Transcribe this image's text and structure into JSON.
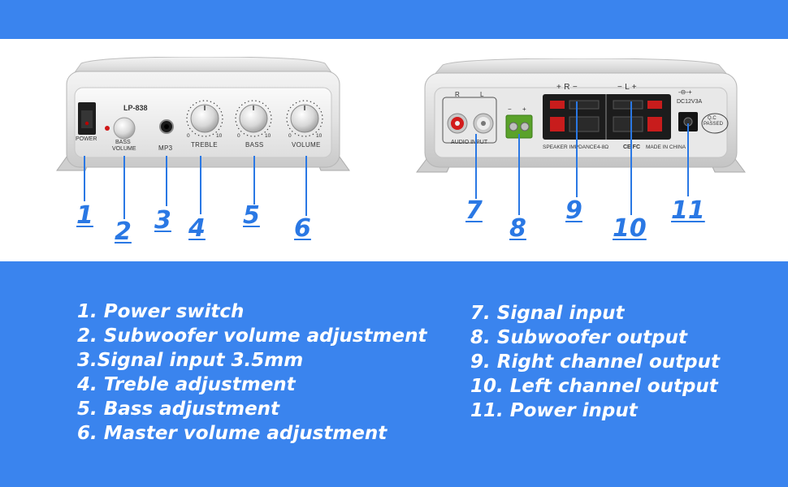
{
  "front_panel": {
    "model": "LP-838",
    "power_label": "POWER",
    "bass_volume_label_1": "BASS",
    "bass_volume_label_2": "VOLUME",
    "mp3_label": "MP3",
    "knobs": [
      {
        "label": "TREBLE",
        "min": "0",
        "max": "10"
      },
      {
        "label": "BASS",
        "min": "0",
        "max": "10"
      },
      {
        "label": "VOLUME",
        "min": "0",
        "max": "10"
      }
    ]
  },
  "rear_panel": {
    "audio_r": "R",
    "audio_l": "L",
    "audio_input_label": "AUDIO INPUT",
    "sub_minus": "−",
    "sub_plus": "+",
    "right_channel_mark": "+ R −",
    "left_channel_mark": "− L +",
    "speaker_impedance": "SPEAKER IMPDANCE4-8Ω",
    "ce_fc": "CE FC",
    "made_in": "MADE IN CHINA",
    "dc_symbol": "-⊖-+",
    "dc_label": "DC12V3A",
    "qc_1": "Q.C",
    "qc_2": "PASSED"
  },
  "callouts": [
    "1",
    "2",
    "3",
    "4",
    "5",
    "6",
    "7",
    "8",
    "9",
    "10",
    "11"
  ],
  "legend_left": [
    "1. Power switch",
    "2. Subwoofer volume adjustment",
    "3.Signal input 3.5mm",
    "4. Treble adjustment",
    "5. Bass adjustment",
    "6. Master volume adjustment"
  ],
  "legend_right": [
    "7. Signal input",
    "8. Subwoofer output",
    "9. Right channel output",
    "10. Left channel output",
    "11. Power input"
  ],
  "colors": {
    "band_blue": "#3a84ee",
    "callout_blue": "#2a78e4",
    "legend_text": "#ffffff"
  }
}
